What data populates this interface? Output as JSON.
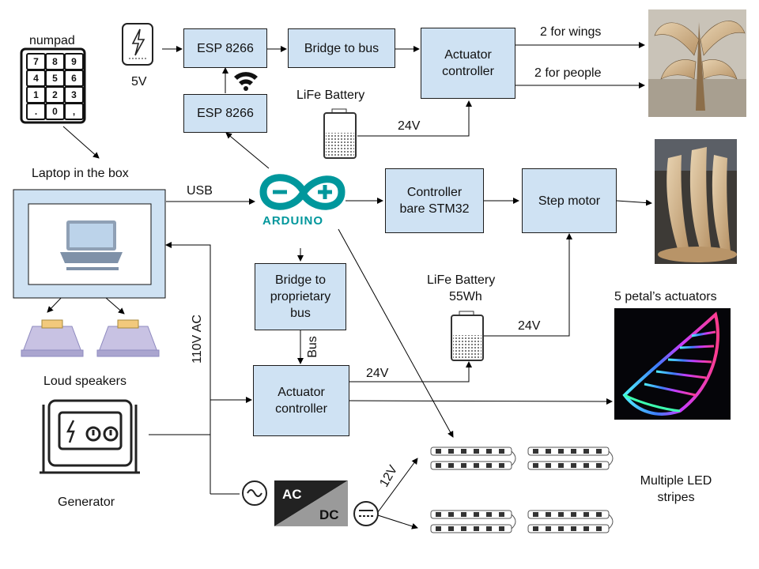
{
  "boxes": {
    "esp_top": "ESP 8266",
    "esp_bottom": "ESP 8266",
    "bridge_bus": "Bridge to bus",
    "actuator_top": "Actuator controller",
    "controller_stm32": "Controller bare STM32",
    "step_motor": "Step motor",
    "bridge_proprietary": "Bridge to proprietary bus",
    "actuator_bottom": "Actuator controller"
  },
  "labels": {
    "numpad": "numpad",
    "five_v": "5V",
    "laptop": "Laptop in the box",
    "usb": "USB",
    "speakers": "Loud speakers",
    "generator": "Generator",
    "ac_110": "110V  AC",
    "bus": "Bus",
    "life_battery_top": "LiFe Battery",
    "voltage_24_top": "24V",
    "life_battery_mid": "LiFe Battery",
    "battery_capacity": "55Wh",
    "voltage_24_mid": "24V",
    "voltage_24_bottom": "24V",
    "wings": "2 for wings",
    "people": "2 for people",
    "petals": "5 petal’s actuators",
    "led_stripes": "Multiple LED stripes",
    "voltage_12": "12V",
    "ac_converter_ac": "AC",
    "ac_converter_dc": "DC",
    "arduino": "ARDUINO"
  },
  "numpad_keys": [
    "7",
    "8",
    "9",
    "4",
    "5",
    "6",
    "1",
    "2",
    "3",
    ".",
    "0",
    ","
  ],
  "colors": {
    "box_fill": "#cfe2f3",
    "arduino_teal": "#00979c",
    "line": "#000000"
  },
  "icons": [
    "power-bank-icon",
    "wifi-icon",
    "keypad-icon",
    "laptop-icon",
    "speaker-icon",
    "generator-icon",
    "battery-icon",
    "arduino-logo-icon",
    "ac-dc-converter-icon",
    "led-strip-icon",
    "sculpture-photo",
    "petal-photo"
  ]
}
